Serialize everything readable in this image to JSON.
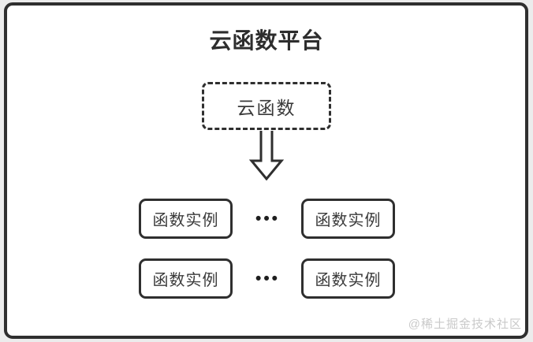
{
  "diagram": {
    "title": "云函数平台",
    "cloud_function_box": {
      "label": "云函数"
    },
    "ellipsis": "•••",
    "instances": [
      {
        "label": "函数实例"
      },
      {
        "label": "函数实例"
      },
      {
        "label": "函数实例"
      },
      {
        "label": "函数实例"
      }
    ],
    "arrow_icon": "arrow-down-hollow",
    "watermark": "@稀土掘金技术社区",
    "colors": {
      "line": "#2f2f2f",
      "card_background": "#ffffff",
      "page_background": "#ececec",
      "watermark": "#c9c9c9"
    }
  }
}
